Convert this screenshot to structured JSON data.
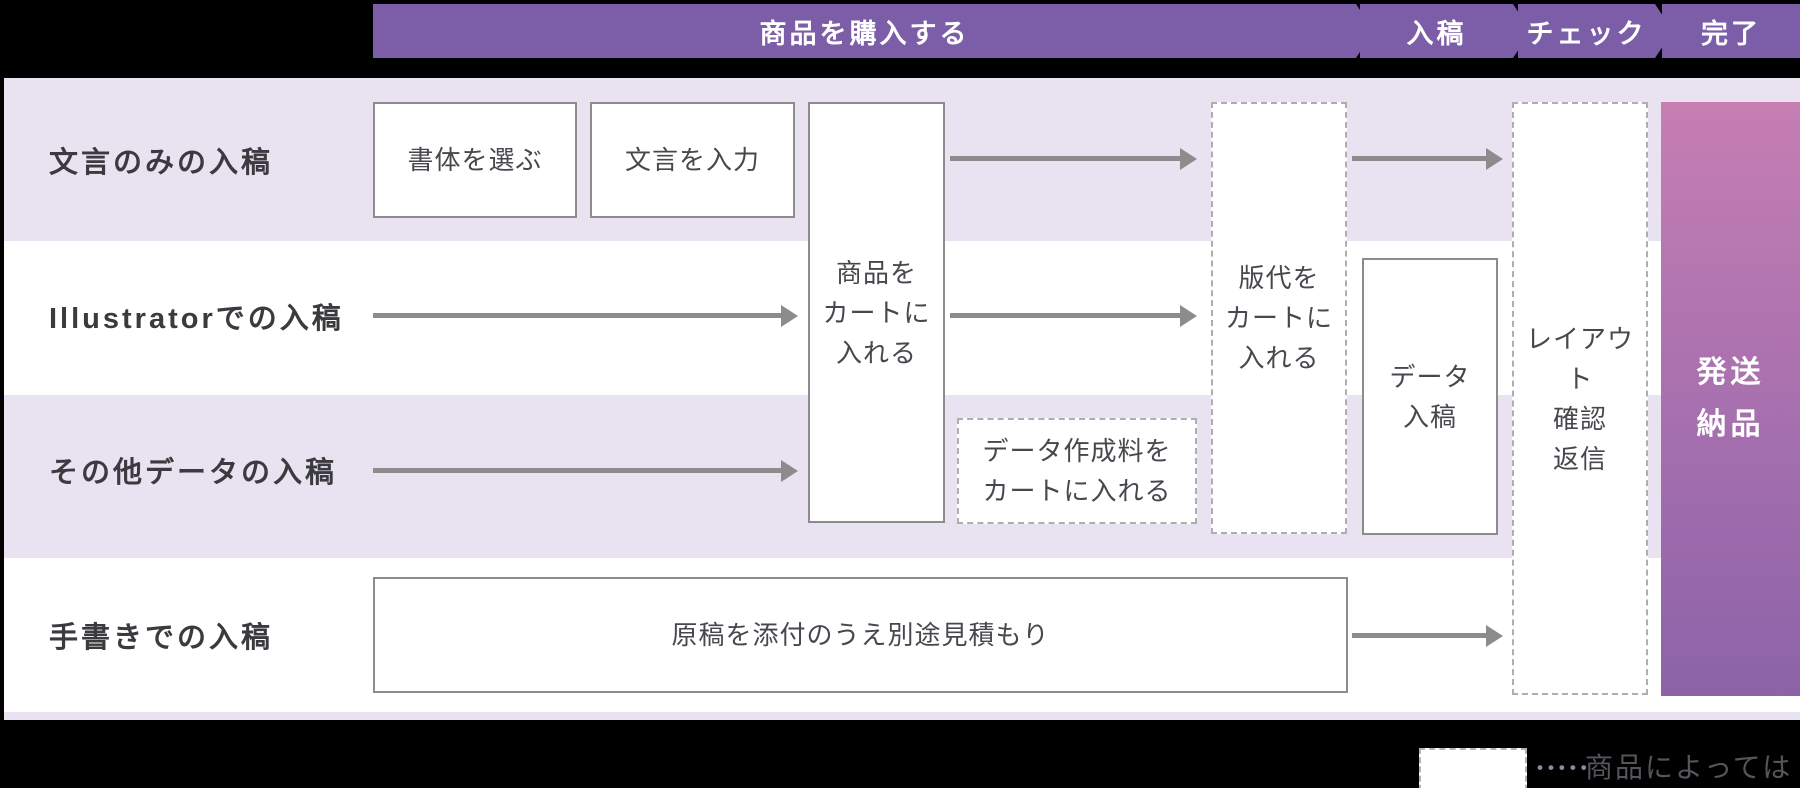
{
  "banner": {
    "purchase": "商品を購入する",
    "submit": "入稿",
    "check": "チェック",
    "complete": "完了"
  },
  "row_labels": {
    "text_only": "文言のみの入稿",
    "illustrator": "Illustratorでの入稿",
    "other_data": "その他データの入稿",
    "handwritten": "手書きでの入稿"
  },
  "boxes": {
    "choose_typeface": "書体を選ぶ",
    "enter_wording": "文言を入力",
    "product_to_cart": "商品を\nカートに\n入れる",
    "data_fee_to_cart": "データ作成料を\nカートに入れる",
    "plate_fee_to_cart": "版代を\nカートに\n入れる",
    "data_submission": "データ\n入稿",
    "layout_confirm": "レイアウト\n確認\n返信",
    "shipping_delivery": "発送\n納品",
    "manuscript_quote": "原稿を添付のうえ別途見積もり"
  },
  "legend": {
    "dots": "•••••",
    "note": "商品によっては必要"
  },
  "colors": {
    "banner_purple": "#7b5ea7",
    "lane_lavender": "#e9e3f1",
    "lane_white": "#ffffff",
    "gradient_top": "#c67eb3",
    "gradient_bottom": "#8c63a8",
    "border_solid": "#8c8c8c",
    "border_dashed": "#aeaeae",
    "arrow_gray": "#8c8c8c",
    "text_dark": "#3a3a3f",
    "header_black": "#000000"
  }
}
